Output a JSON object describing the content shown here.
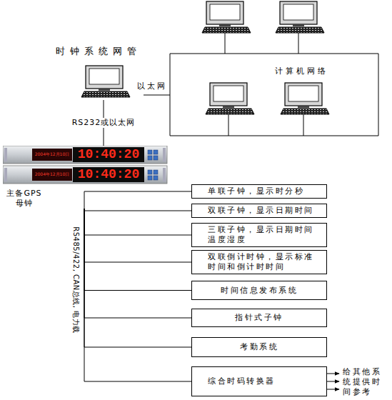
{
  "diagram": {
    "nodes": [
      {
        "text": [
          "时钟系统网管"
        ]
      },
      {
        "text": [
          "2004年12月10日",
          "10:40:20",
          "2004年12月10日",
          "10:40:20",
          "主备GPS 母钟"
        ]
      },
      {
        "text": [
          "单联子钟，显示时分秒"
        ]
      },
      {
        "text": [
          "双联子钟，显示日期时间"
        ]
      },
      {
        "text": [
          "三联子钟，显示日期时间 温度湿度"
        ]
      },
      {
        "text": [
          "双联倒计时钟，显示标准 时间和倒计时时间"
        ]
      },
      {
        "text": [
          "时间信息发布系统"
        ]
      },
      {
        "text": [
          "指针式子钟"
        ]
      },
      {
        "text": [
          "考勤系统"
        ]
      },
      {
        "text": [
          "综合时码转换器"
        ]
      }
    ],
    "edges": [
      {
        "from": 0,
        "to": 1,
        "label": "RS232或以太网",
        "arrow": "none"
      },
      {
        "from": 1,
        "to": 2,
        "arrow": "none"
      },
      {
        "from": 1,
        "to": 3,
        "arrow": "none"
      },
      {
        "from": 1,
        "to": 4,
        "arrow": "none"
      },
      {
        "from": 1,
        "to": 5,
        "arrow": "none"
      },
      {
        "from": 1,
        "to": 6,
        "arrow": "none"
      },
      {
        "from": 1,
        "to": 7,
        "arrow": "none"
      },
      {
        "from": 1,
        "to": 8,
        "arrow": "none"
      },
      {
        "from": 1,
        "to": 9,
        "arrow": "none"
      }
    ],
    "labels": [
      "以太网",
      "计算机网络",
      "RS485/422, CAN总线, 电力载",
      "给其他系统提供时间参考"
    ]
  }
}
